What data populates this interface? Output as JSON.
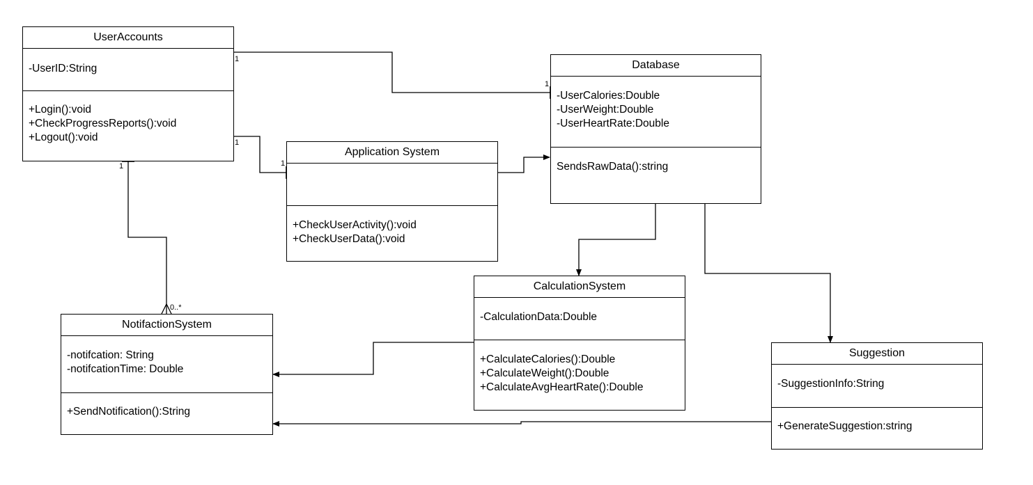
{
  "classes": {
    "useraccounts": {
      "name": "UserAccounts",
      "attributes": [
        "-UserID:String"
      ],
      "operations": [
        "+Login():void",
        "+CheckProgressReports():void",
        "+Logout():void"
      ]
    },
    "database": {
      "name": "Database",
      "attributes": [
        "-UserCalories:Double",
        "-UserWeight:Double",
        "-UserHeartRate:Double"
      ],
      "operations": [
        "SendsRawData():string"
      ]
    },
    "application": {
      "name": "Application System",
      "attributes": [],
      "operations": [
        "+CheckUserActivity():void",
        "+CheckUserData():void"
      ]
    },
    "calculation": {
      "name": "CalculationSystem",
      "attributes": [
        "-CalculationData:Double"
      ],
      "operations": [
        "+CalculateCalories():Double",
        "+CalculateWeight():Double",
        "+CalculateAvgHeartRate():Double"
      ]
    },
    "notification": {
      "name": "NotifactionSystem",
      "attributes": [
        "-notifcation: String",
        "-notifcationTime: Double"
      ],
      "operations": [
        "+SendNotification():String"
      ]
    },
    "suggestion": {
      "name": "Suggestion",
      "attributes": [
        "-SuggestionInfo:String"
      ],
      "operations": [
        "+GenerateSuggestion:string"
      ]
    }
  },
  "multiplicities": {
    "ua_db_source": "1",
    "ua_db_target": "1",
    "ua_app_source": "1",
    "ua_app_target": "1",
    "ua_notif_source": "1",
    "ua_notif_target": "0..*"
  }
}
